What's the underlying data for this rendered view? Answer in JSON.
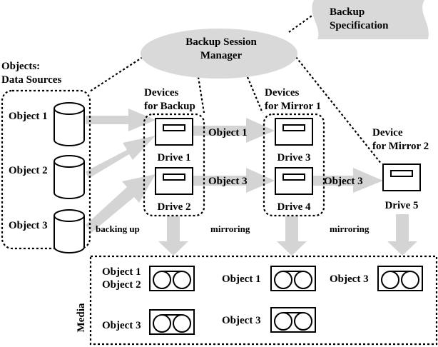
{
  "colors": {
    "manager_fill": "#d9d9d9",
    "spec_fill": "#d9d9d9",
    "arrow_fill": "#d4d4d4",
    "stroke": "#000000"
  },
  "manager": {
    "line1": "Backup Session",
    "line2": "Manager"
  },
  "specification": {
    "line1": "Backup",
    "line2": "Specification"
  },
  "objects_group": {
    "title_line1": "Objects:",
    "title_line2": "Data Sources",
    "items": [
      {
        "label": "Object 1",
        "icon": "cylinder-icon"
      },
      {
        "label": "Object 2",
        "icon": "cylinder-icon"
      },
      {
        "label": "Object 3",
        "icon": "cylinder-icon"
      }
    ]
  },
  "backup_devices": {
    "title_line1": "Devices",
    "title_line2": "for Backup",
    "drives": [
      {
        "label": "Drive 1"
      },
      {
        "label": "Drive 2"
      }
    ]
  },
  "mirror1_devices": {
    "title_line1": "Devices",
    "title_line2": "for Mirror 1",
    "drives": [
      {
        "label": "Drive 3"
      },
      {
        "label": "Drive 4"
      }
    ]
  },
  "mirror2_device": {
    "title_line1": "Device",
    "title_line2": "for Mirror 2",
    "drives": [
      {
        "label": "Drive 5"
      }
    ]
  },
  "flow_labels": {
    "drive1_to_drive3": "Object 1",
    "drive2_to_drive4": "Object 3",
    "drive4_to_drive5": "Object 3",
    "backing_up": "backing up",
    "mirroring_1": "mirroring",
    "mirroring_2": "mirroring"
  },
  "media": {
    "title": "Media",
    "tapes": [
      {
        "line1": "Object 1",
        "line2": "Object 2"
      },
      {
        "line1": "Object 3"
      },
      {
        "line1": "Object 1"
      },
      {
        "line1": "Object 3"
      },
      {
        "line1": "Object 3"
      }
    ]
  }
}
